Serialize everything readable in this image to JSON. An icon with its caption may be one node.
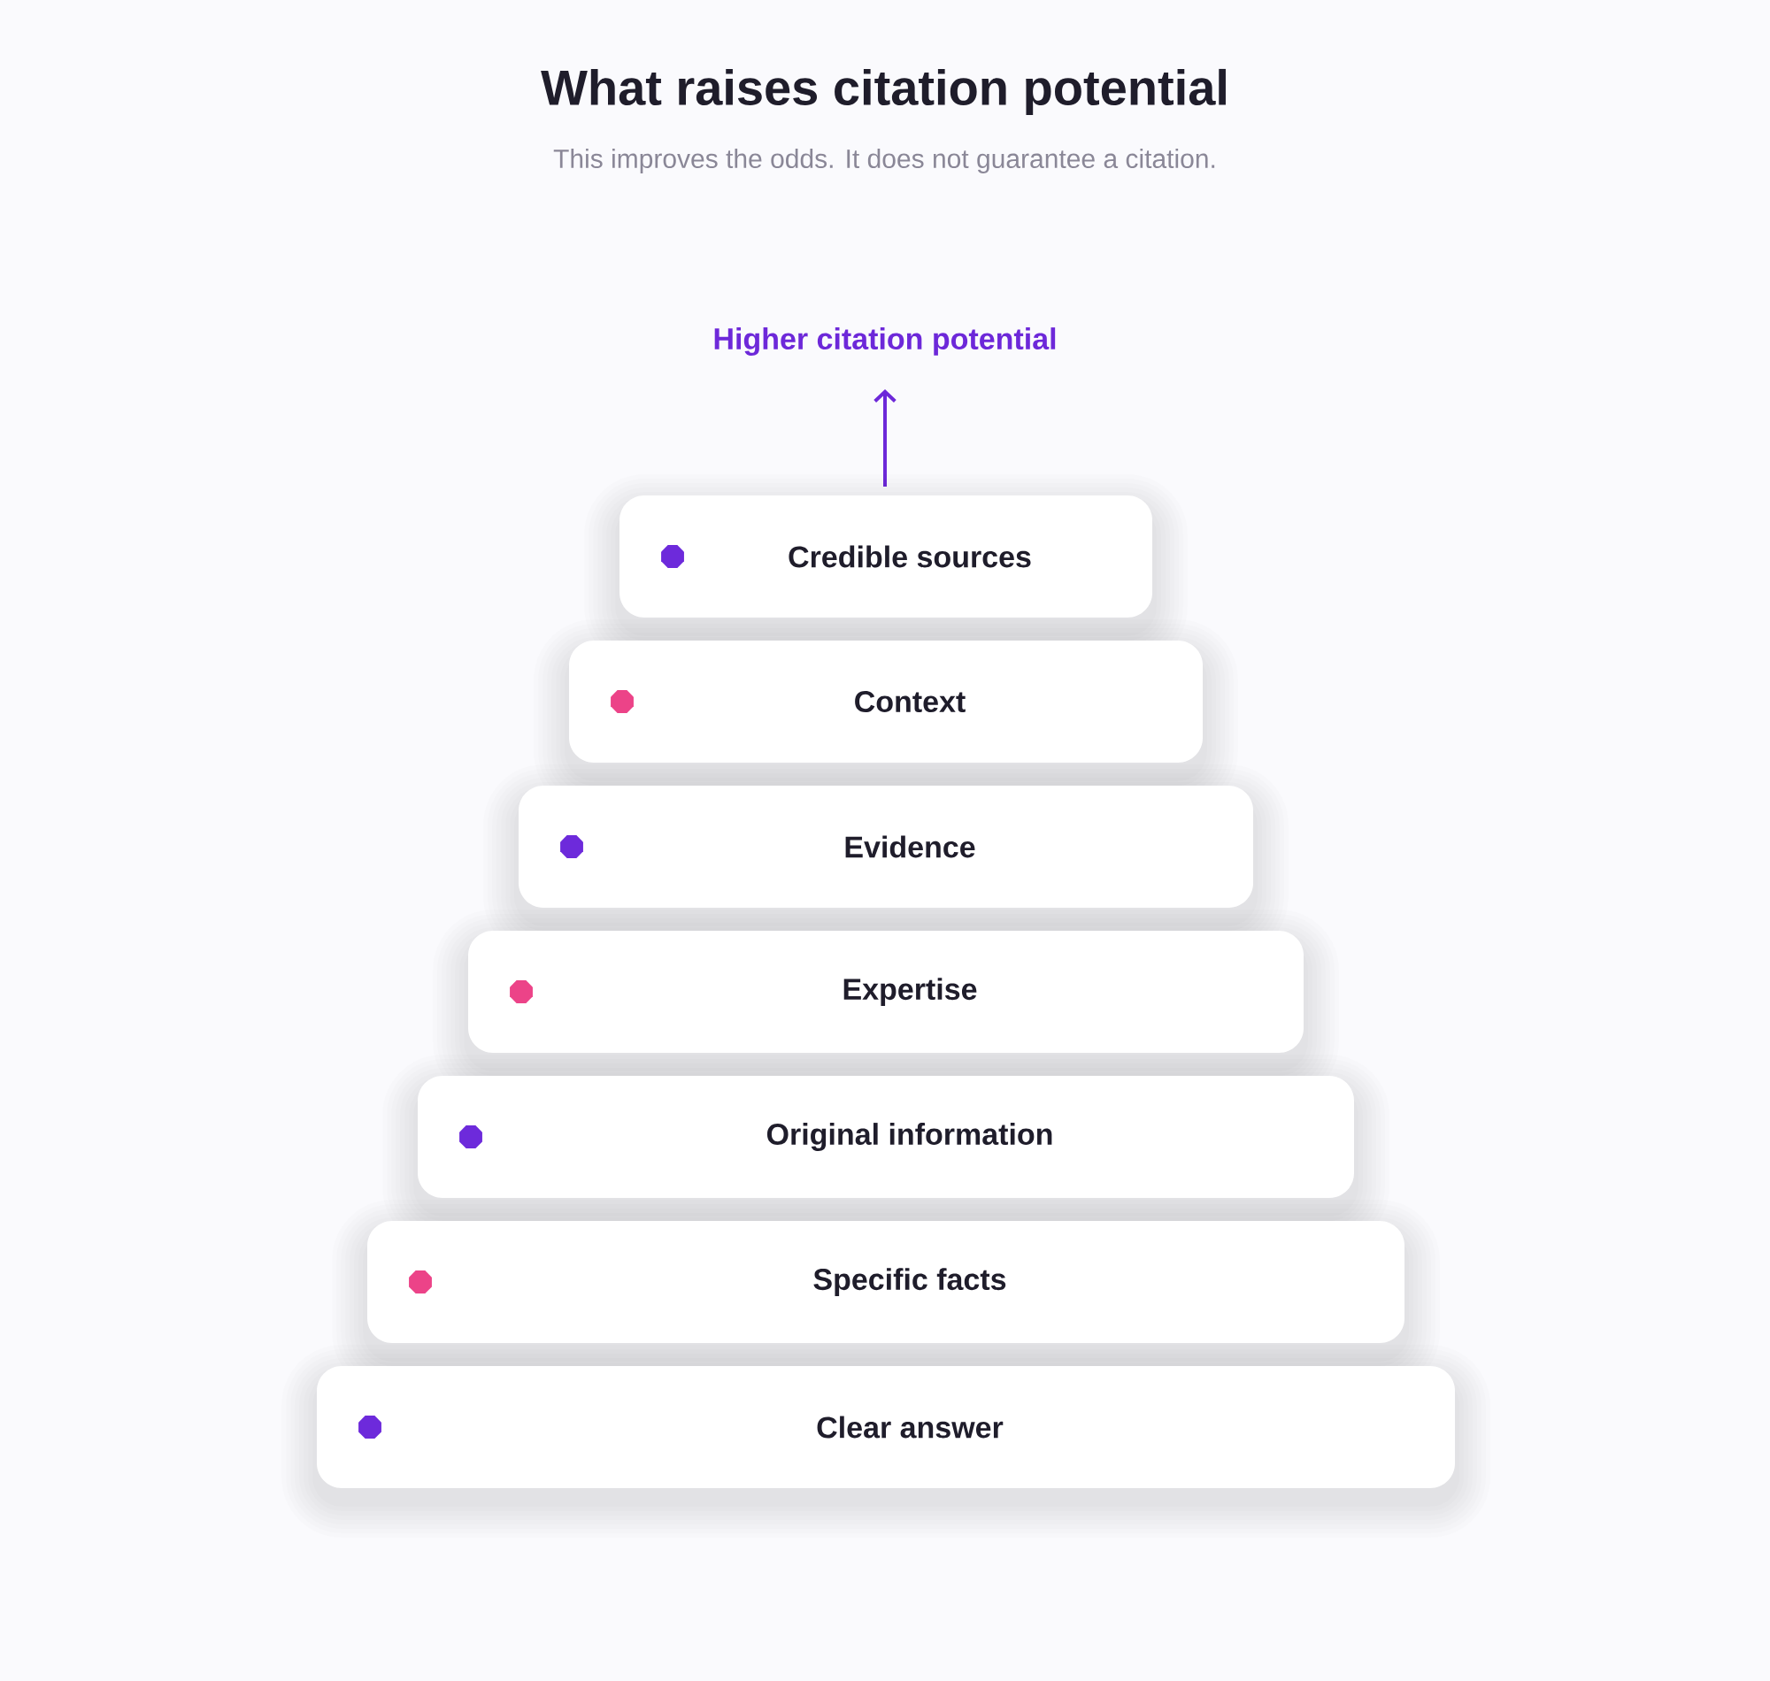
{
  "diagram": {
    "title": "What raises citation potential",
    "nodes": [
      {
        "text": [
          "Credible sources"
        ]
      },
      {
        "text": [
          "Context"
        ]
      },
      {
        "text": [
          "Evidence"
        ]
      },
      {
        "text": [
          "Expertise"
        ]
      },
      {
        "text": [
          "Original information"
        ]
      },
      {
        "text": [
          "Specific facts"
        ]
      },
      {
        "text": [
          "Clear answer"
        ]
      }
    ],
    "labels": [
      "This improves the odds. It does not guarantee a citation.",
      "Higher citation potential"
    ]
  }
}
